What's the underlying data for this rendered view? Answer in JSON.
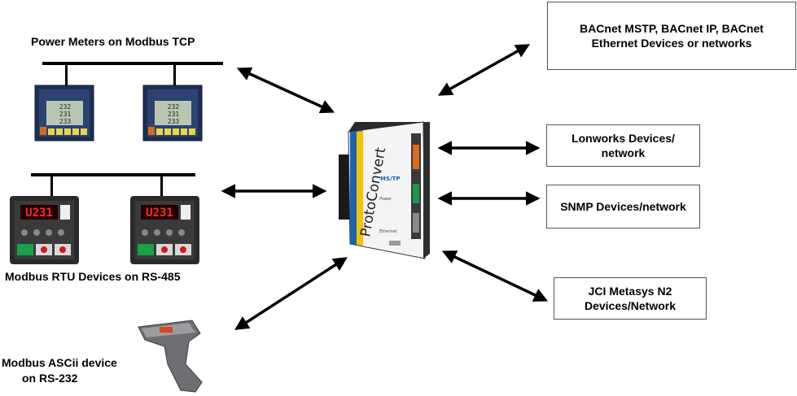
{
  "left_devices": {
    "modbus_tcp_label": "Power Meters on Modbus TCP",
    "modbus_rtu_label": "Modbus RTU Devices on RS-485",
    "ascii_label_line1": "Modbus ASCii device",
    "ascii_label_line2": "on RS-232"
  },
  "gateway": {
    "brand": "ProtoConvert",
    "protocol": "MS/TP",
    "port_power": "Power",
    "port_ethernet": "Ethernet"
  },
  "meters": {
    "readings": [
      "232",
      "231",
      "233"
    ]
  },
  "rtu": {
    "display": "U231"
  },
  "right_boxes": {
    "bacnet_line1": "BACnet MSTP, BACnet IP, BACnet",
    "bacnet_line2": "Ethernet Devices or networks",
    "lonworks_line1": "Lonworks Devices/",
    "lonworks_line2": "network",
    "snmp": "SNMP Devices/network",
    "jci_line1": "JCI Metasys N2",
    "jci_line2": "Devices/Network"
  }
}
